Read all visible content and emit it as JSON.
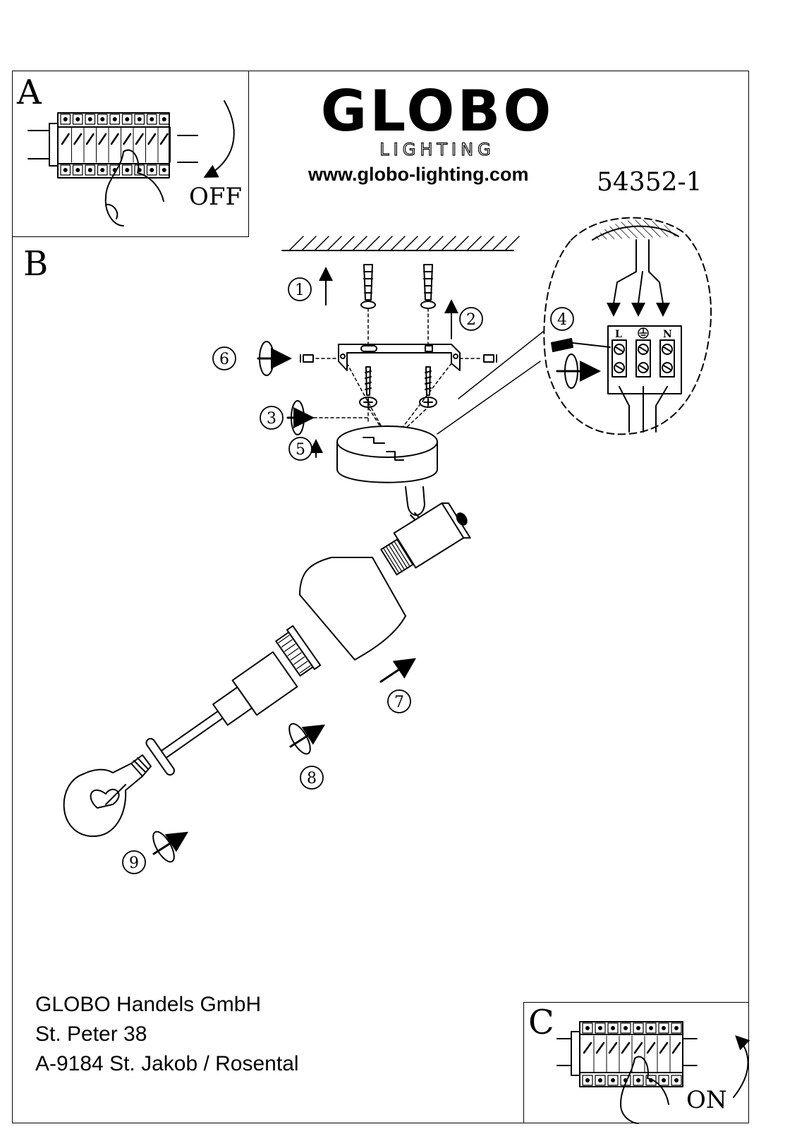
{
  "brand": {
    "name": "GLOBO",
    "subline": "LIGHTING",
    "website": "www.globo-lighting.com"
  },
  "model_number": "54352-1",
  "panels": {
    "a": {
      "letter": "A",
      "switch_state": "OFF"
    },
    "b": {
      "letter": "B"
    },
    "c": {
      "letter": "C",
      "switch_state": "ON"
    }
  },
  "steps": [
    "1",
    "2",
    "3",
    "4",
    "5",
    "6",
    "7",
    "8",
    "9"
  ],
  "terminal_labels": [
    "L",
    "N"
  ],
  "address": {
    "company": "GLOBO Handels GmbH",
    "street": "St. Peter 38",
    "city": "A-9184 St. Jakob / Rosental"
  }
}
